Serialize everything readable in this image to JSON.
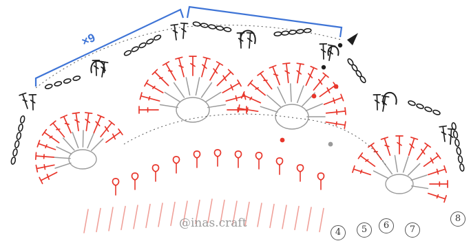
{
  "repeat_label": "×9",
  "watermark": "@inas.craft",
  "row_labels": [
    "4",
    "5",
    "6",
    "7",
    "8"
  ],
  "colors": {
    "bracket": "#3e74d6",
    "red_stitches": "#e8362b",
    "pale_red": "#f0a19a",
    "grey_stitches": "#9a9a9a",
    "chain": "#1e1e1e"
  },
  "icons": [
    "chain-stitch-icon",
    "treble-crochet-icon",
    "slip-stitch-icon",
    "start-arrow-icon"
  ]
}
